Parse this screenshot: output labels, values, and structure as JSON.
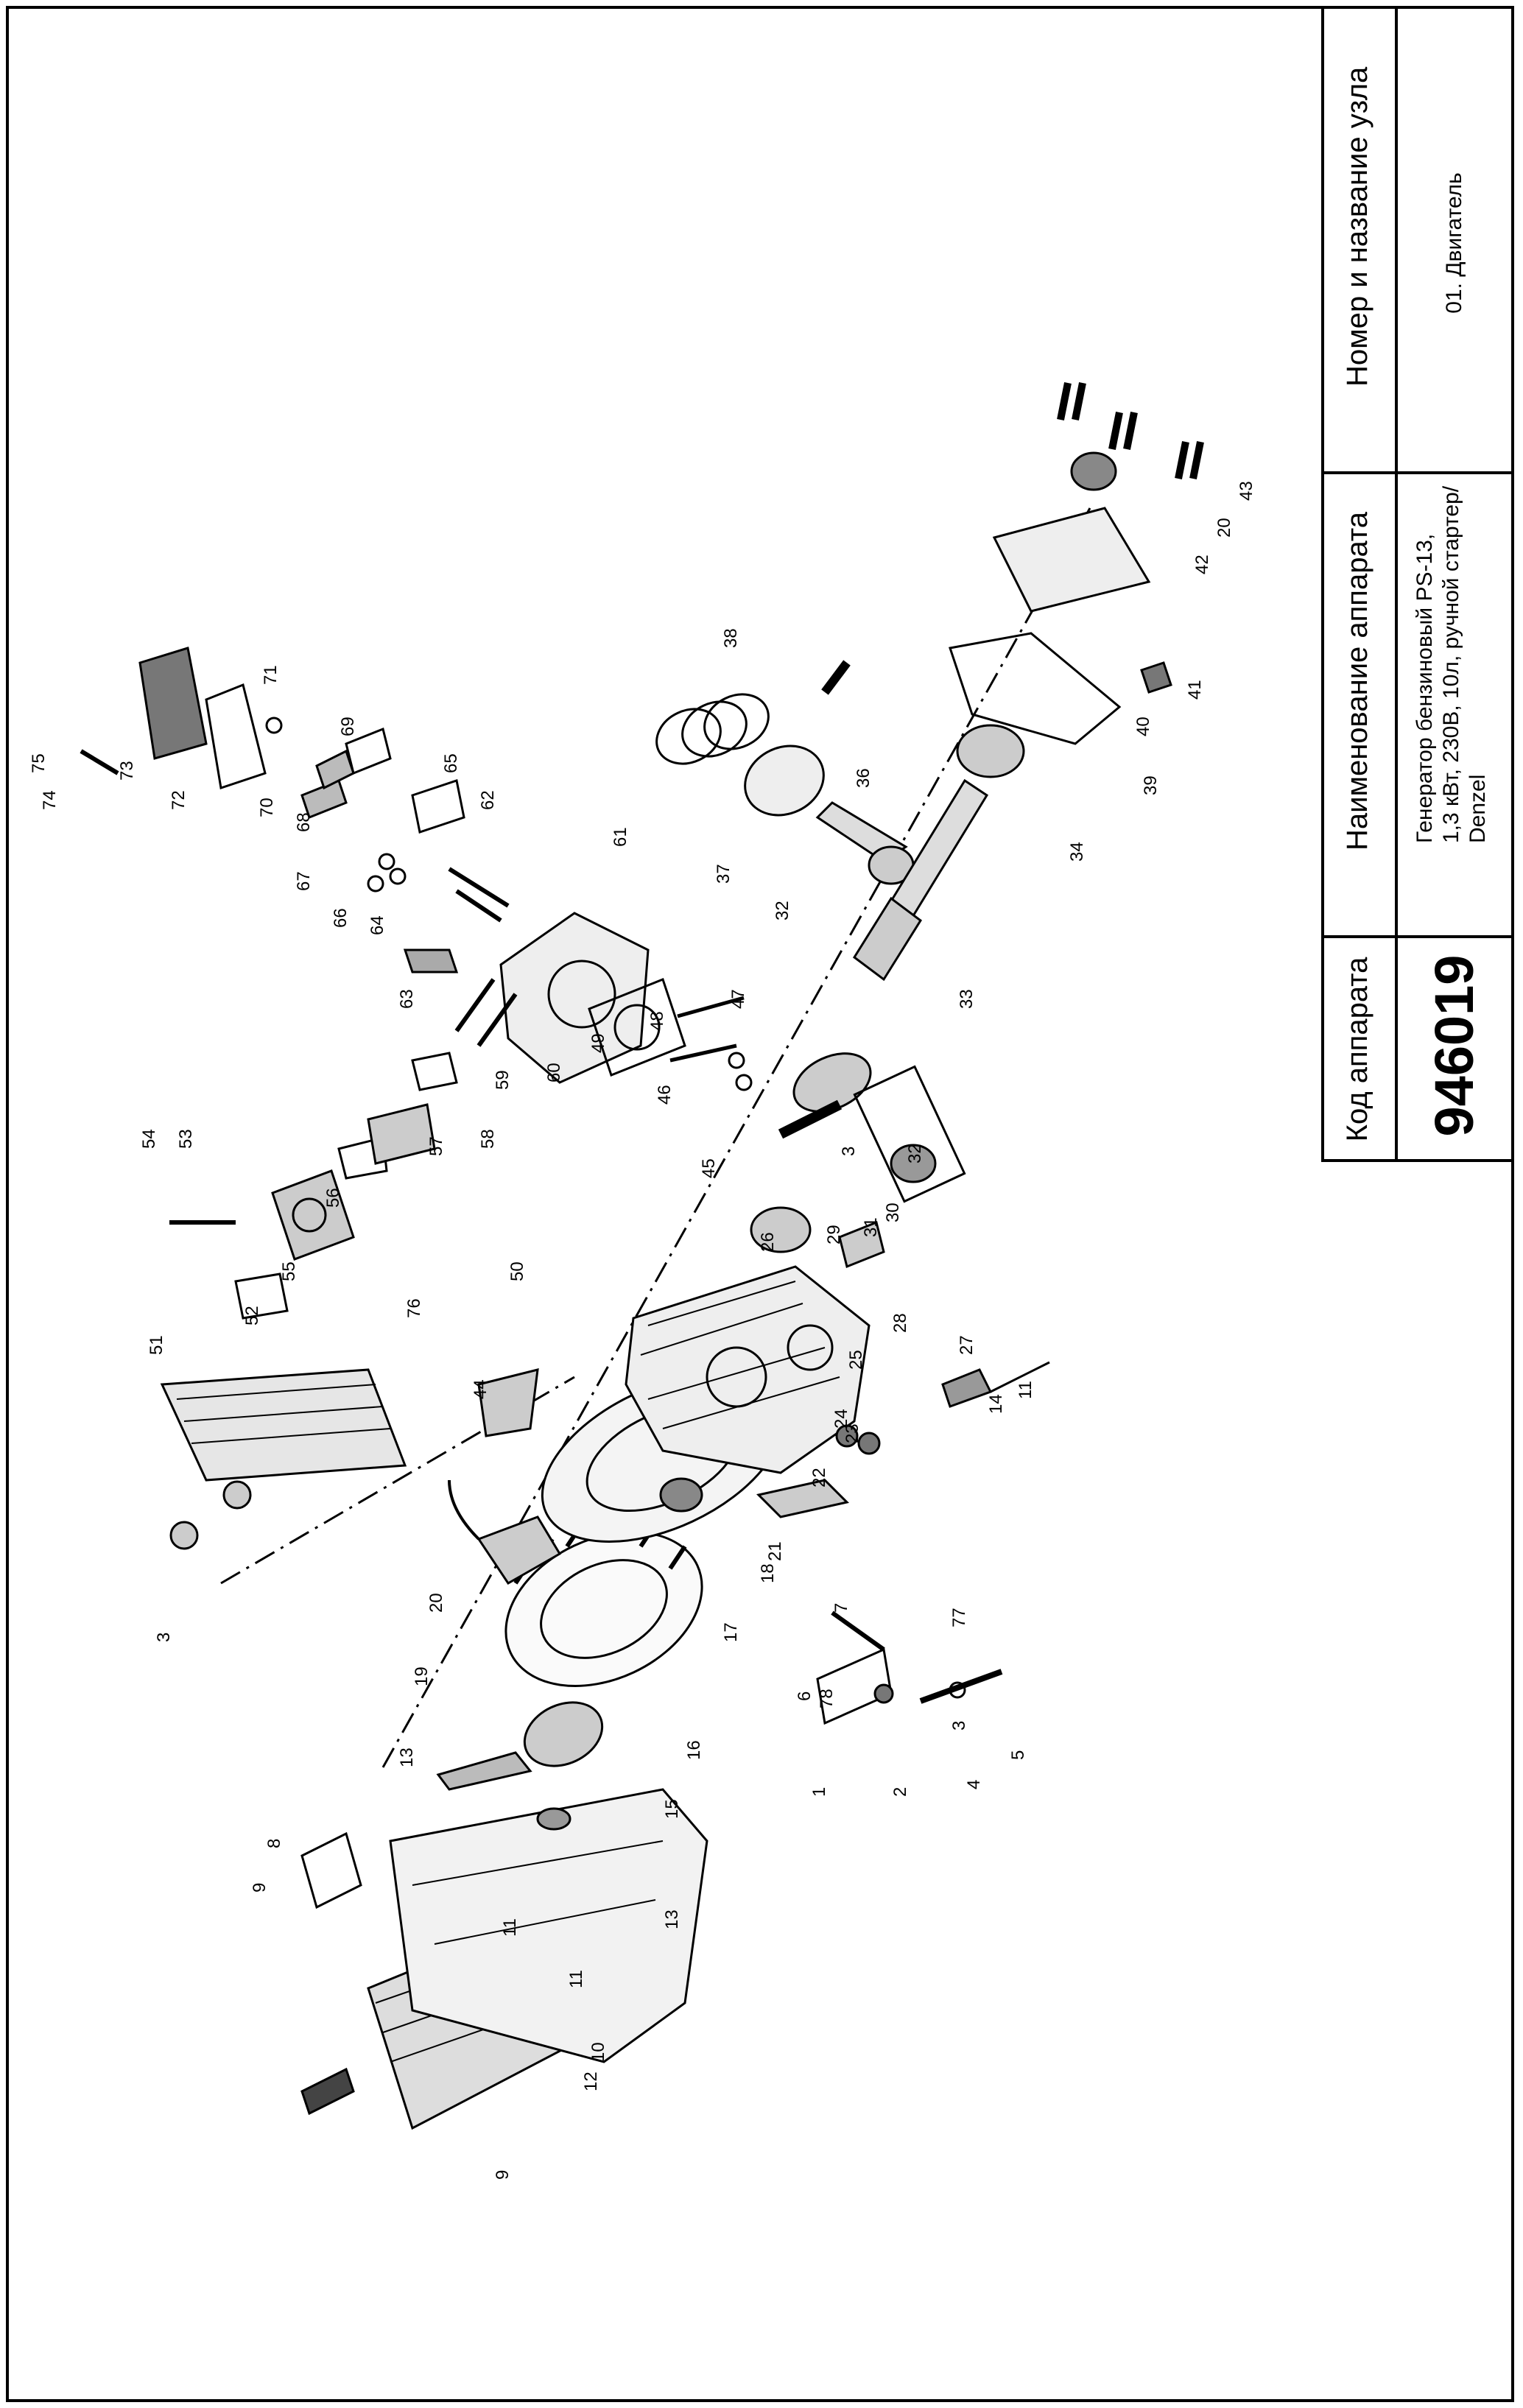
{
  "title_block": {
    "code_header": "Код аппарата",
    "code_value": "946019",
    "name_header": "Наименование аппарата",
    "name_value_line1": "Генератор бензиновый PS-13,",
    "name_value_line2": "1,3 кВт, 230В, 10л, ручной стартер/",
    "name_value_line3": "Denzel",
    "unit_header": "Номер и название узла",
    "unit_value": "01. Двигатель"
  },
  "callouts": [
    "1",
    "2",
    "3",
    "3",
    "3",
    "4",
    "5",
    "6",
    "7",
    "8",
    "9",
    "9",
    "10",
    "11",
    "11",
    "11",
    "12",
    "13",
    "13",
    "14",
    "15",
    "16",
    "17",
    "18",
    "19",
    "20",
    "20",
    "21",
    "22",
    "23",
    "24",
    "25",
    "26",
    "27",
    "28",
    "29",
    "30",
    "31",
    "32",
    "32",
    "33",
    "34",
    "36",
    "37",
    "38",
    "39",
    "40",
    "41",
    "42",
    "43",
    "44",
    "45",
    "46",
    "47",
    "48",
    "49",
    "50",
    "51",
    "52",
    "53",
    "54",
    "55",
    "56",
    "57",
    "58",
    "59",
    "60",
    "61",
    "62",
    "63",
    "64",
    "65",
    "66",
    "67",
    "68",
    "69",
    "70",
    "71",
    "72",
    "73",
    "74",
    "75",
    "76",
    "77",
    "78"
  ]
}
